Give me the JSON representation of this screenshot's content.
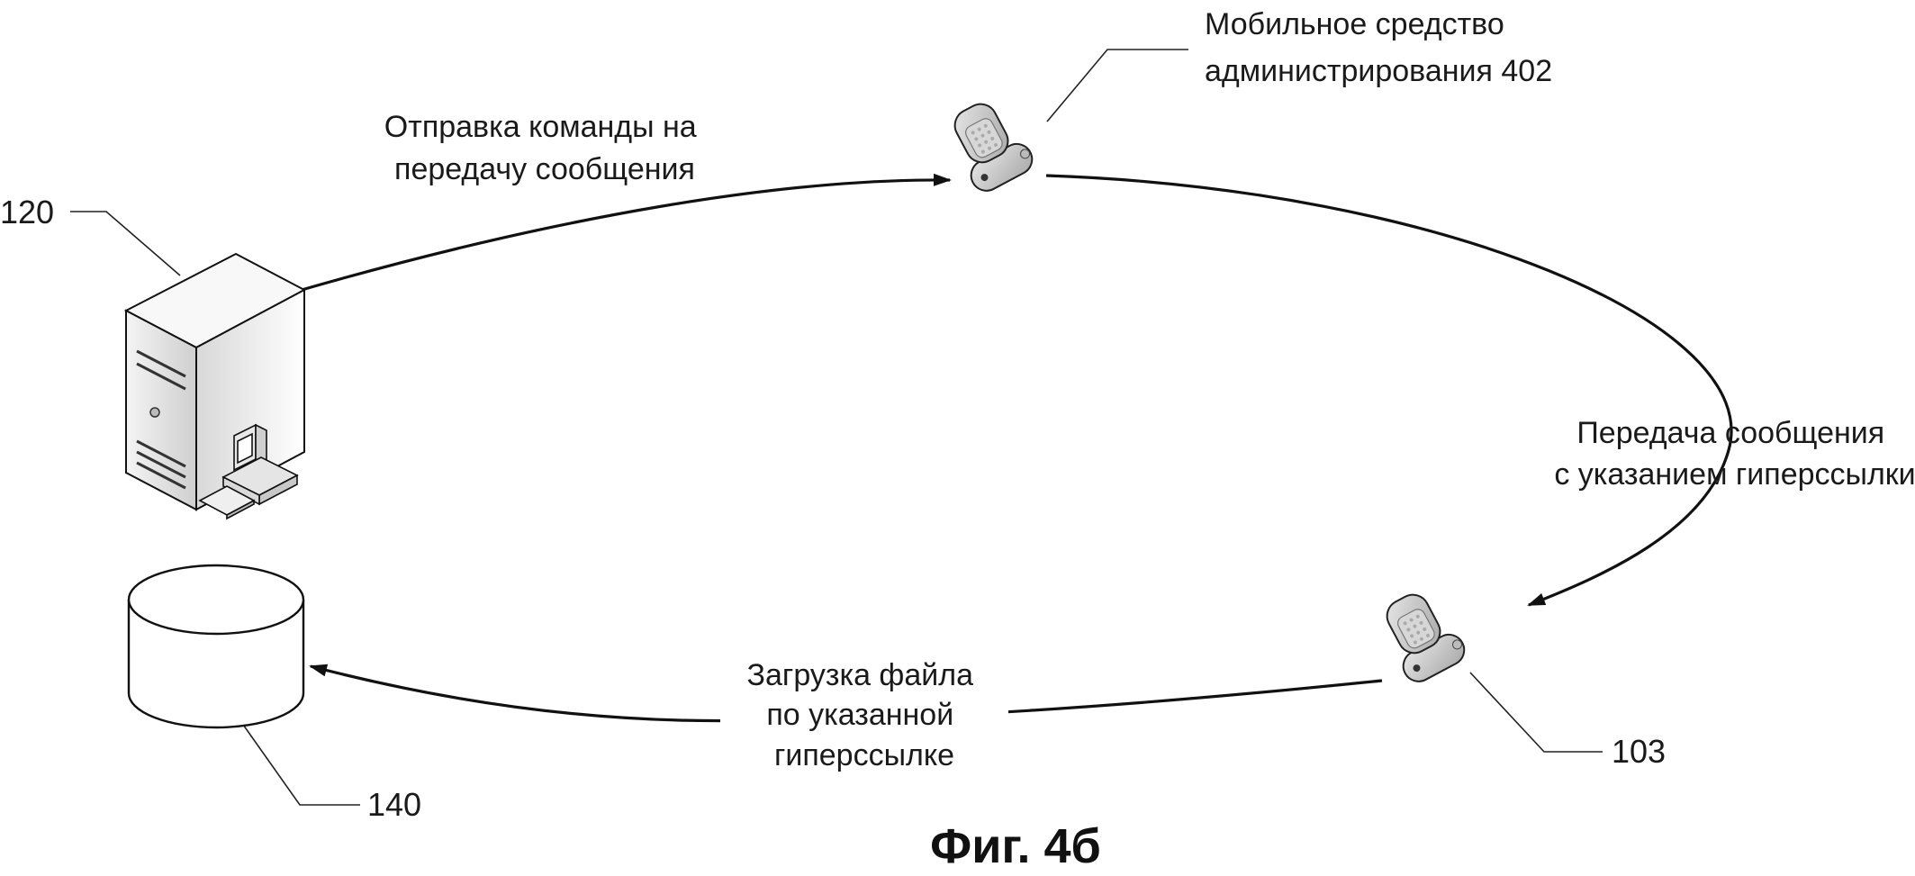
{
  "diagram": {
    "labels": {
      "send_command": [
        "Отправка команды на",
        "передачу сообщения"
      ],
      "mobile_admin": [
        "Мобильное средство",
        "администрирования 402"
      ],
      "transfer_message": [
        "Передача сообщения",
        "с указанием гиперссылки"
      ],
      "download_file": [
        "Загрузка файла",
        "по указанной",
        "гиперссылке"
      ]
    },
    "refs": {
      "server": "120",
      "database": "140",
      "user_device": "103"
    },
    "caption": "Фиг. 4б"
  }
}
